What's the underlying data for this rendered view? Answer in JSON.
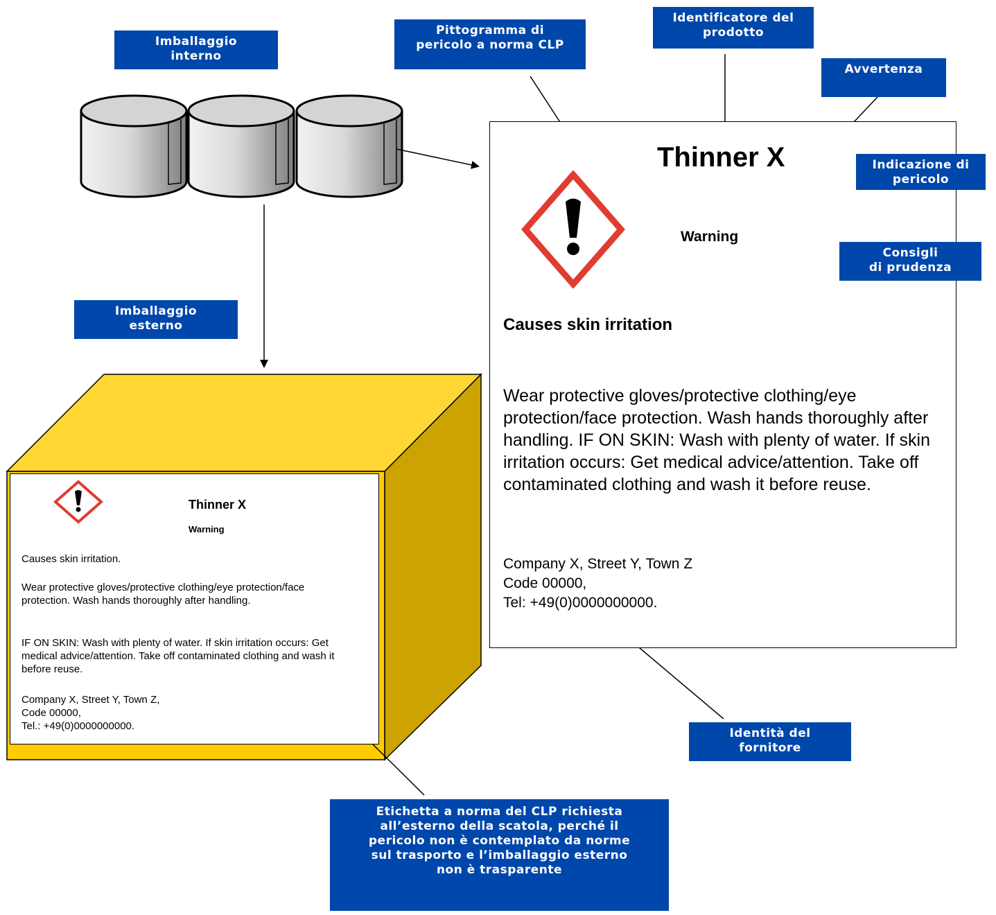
{
  "callouts": {
    "inner_packaging": [
      "Imballaggio",
      "interno"
    ],
    "outer_packaging": [
      "Imballaggio",
      "esterno"
    ],
    "pictogram": [
      "Pittogramma di",
      "pericolo a norma CLP"
    ],
    "product_identifier": [
      "Identificatore del",
      "prodotto"
    ],
    "signal_word": [
      "Avvertenza"
    ],
    "hazard_statement": [
      "Indicazione di",
      "pericolo"
    ],
    "precautionary": [
      "Consigli",
      "di prudenza"
    ],
    "supplier_identity": [
      "Identità del",
      "fornitore"
    ],
    "note": [
      "Etichetta a norma del CLP richiesta",
      "all’esterno della scatola, perché il",
      "pericolo non è contemplato da norme",
      "sul trasporto e l’imballaggio esterno",
      "non è trasparente"
    ]
  },
  "big_label": {
    "product": "Thinner X",
    "signal_word": "Warning",
    "hazard": "Causes skin irritation",
    "precautions": "Wear protective gloves/protective clothing/eye protection/face protection. Wash hands thoroughly after handling. IF ON SKIN: Wash with plenty of water. If skin irritation occurs: Get medical advice/attention. Take off contaminated clothing and wash it before reuse.",
    "supplier": [
      "Company X, Street Y, Town Z",
      "Code 00000,",
      "Tel: +49(0)0000000000."
    ]
  },
  "small_label": {
    "product": "Thinner X",
    "signal_word": "Warning",
    "hazard": "Causes skin irritation.",
    "precaution_1": "Wear protective gloves/protective clothing/eye protection/face protection. Wash hands thoroughly after handling.",
    "precaution_2": "IF ON SKIN: Wash with plenty of water. If skin irritation occurs: Get medical advice/attention. Take off contaminated clothing and wash it before reuse.",
    "supplier": [
      "Company X, Street Y, Town Z,",
      "Code 00000,",
      "Tel.: +49(0)0000000000."
    ]
  },
  "colors": {
    "callout_bg": "#0047ab",
    "box_top": "#ffd633",
    "box_side": "#cca300",
    "box_front_strip": "#ffcc00",
    "pictogram_border": "#e03c31"
  },
  "icons": {
    "pictogram": "exclamation-mark-ghs07-icon",
    "drum": "drum-icon"
  }
}
